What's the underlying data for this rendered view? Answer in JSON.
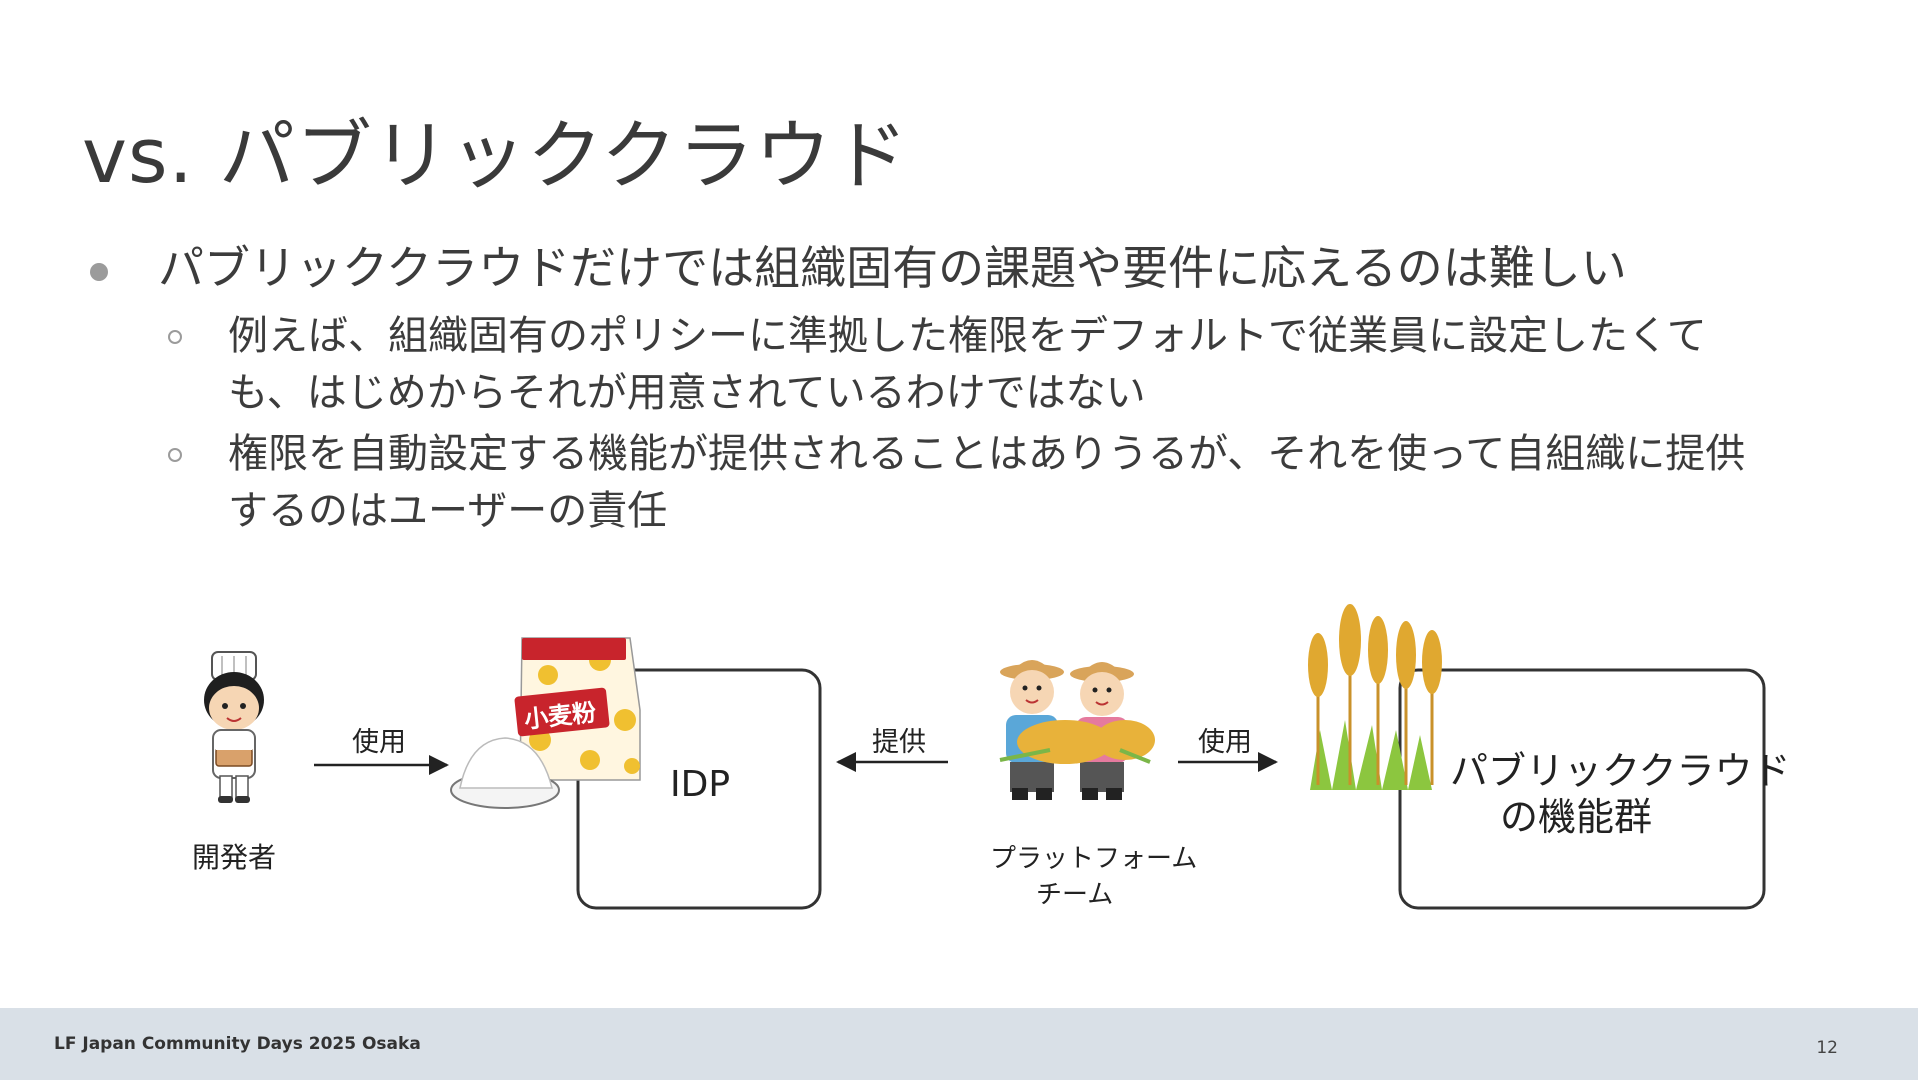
{
  "slide": {
    "title": "vs. パブリッククラウド",
    "bullet_main": "パブリッククラウドだけでは組織固有の課題や要件に応えるのは難しい",
    "sub_bullets": [
      {
        "lines": [
          "例えば、組織固有のポリシーに準拠した権限をデフォルトで従業員に設定したくて",
          "も、はじめからそれが用意されているわけではない"
        ]
      },
      {
        "lines": [
          "権限を自動設定する機能が提供されることはありうるが、それを使って自組織に提供",
          "するのはユーザーの責任"
        ]
      }
    ]
  },
  "diagram": {
    "developer_label": "開発者",
    "use_label_1": "使用",
    "flour_bag_label": "小麦粉",
    "idp_label": "IDP",
    "provide_label": "提供",
    "platform_team_line1": "プラットフォーム",
    "platform_team_line2": "チーム",
    "use_label_2": "使用",
    "public_cloud_line1": "パブリッククラウド",
    "public_cloud_line2": "の機能群"
  },
  "footer": {
    "event": "LF Japan Community Days 2025 Osaka",
    "page_number": "12"
  },
  "colors": {
    "footer_bg": "#d9e0e7",
    "bag_red": "#c8242c",
    "flour_dot": "#f0c030",
    "wheat": "#e0a830",
    "grass": "#8cc63f"
  }
}
